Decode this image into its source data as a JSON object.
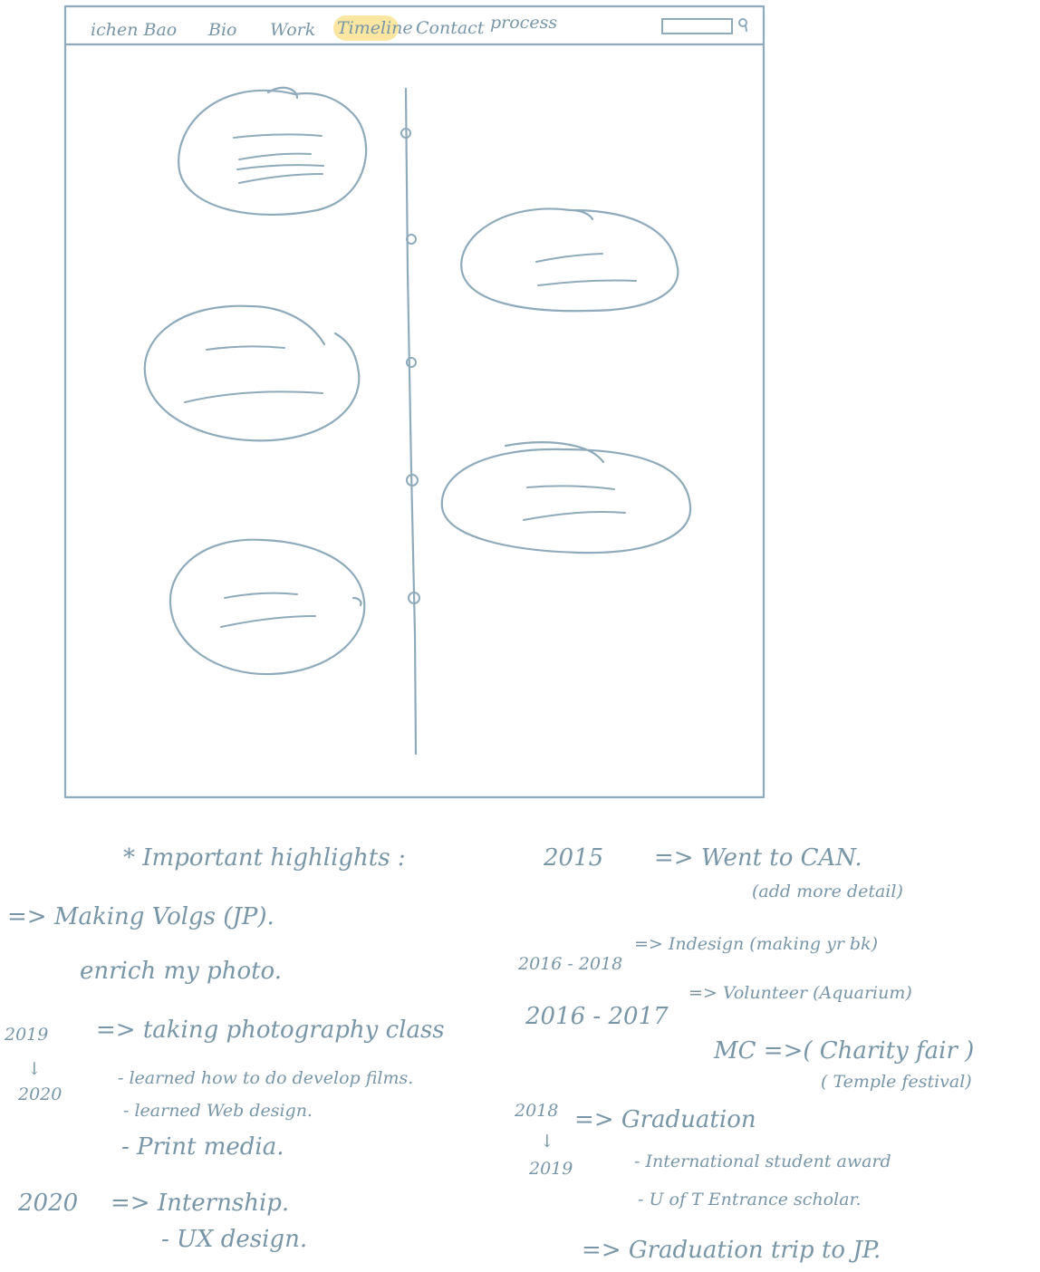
{
  "nav": {
    "logo": "ichen Bao",
    "items": [
      "Bio",
      "Work",
      "Timeline",
      "Contact",
      "process"
    ],
    "active": "Timeline",
    "highlight_color": "#fbe7a1",
    "search_icon": "search-icon"
  },
  "notes": {
    "heading": "* Important highlights :",
    "e2015": {
      "year": "2015",
      "text": "=> Went to CAN.",
      "sub": "(add more detail)"
    },
    "vlogs": {
      "text": "=> Making Volgs (JP).",
      "sub": "enrich my photo."
    },
    "indesign": {
      "year": "2016 - 2018",
      "text": "=> Indesign (making yr bk)"
    },
    "volunteer": {
      "year": "2016 - 2017",
      "text": "=> Volunteer (Aquarium)"
    },
    "mc": {
      "text": "MC =>( Charity fair )",
      "sub": "( Temple festival)"
    },
    "photo": {
      "year_from": "2019",
      "arrow": "↓",
      "year_to": "2020",
      "text": "=> taking photography class",
      "items": [
        "- learned how to do develop films.",
        "- learned Web design.",
        "- Print media."
      ]
    },
    "grad": {
      "year_from": "2018",
      "arrow": "↓",
      "year_to": "2019",
      "text": "=> Graduation",
      "items": [
        "- International student award",
        "- U of T Entrance scholar."
      ]
    },
    "internship": {
      "year": "2020",
      "text": "=> Internship.",
      "items": [
        "- UX design."
      ]
    },
    "trip": {
      "text": "=> Graduation trip to JP."
    }
  }
}
